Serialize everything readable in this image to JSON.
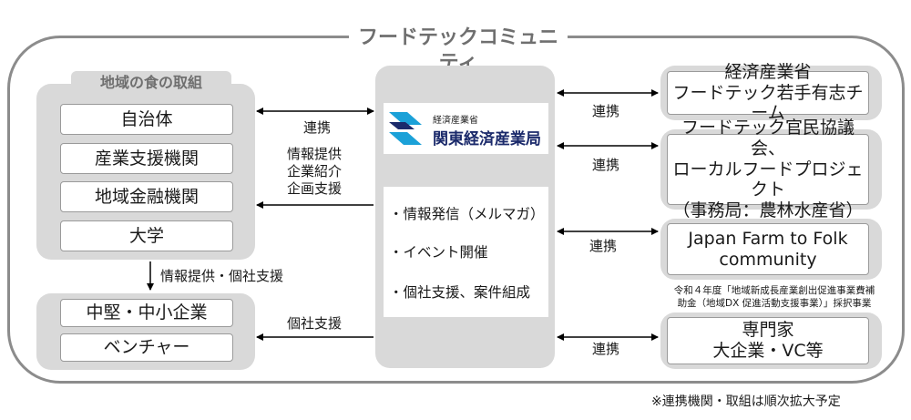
{
  "title": "フードテックコミュニティ",
  "left_group": {
    "header": "地域の食の取組",
    "items": [
      "自治体",
      "産業支援機関",
      "地域金融機関",
      "大学"
    ]
  },
  "bottom_group": {
    "items": [
      "中堅・中小企業",
      "ベンチャー"
    ]
  },
  "center": {
    "logo_line1": "経済産業省",
    "logo_line2": "関東経済産業局",
    "bullets": [
      "・情報発信（メルマガ）",
      "・イベント開催",
      "・個社支援、案件組成"
    ]
  },
  "right_group": {
    "box1": [
      "経済産業省",
      "フードテック若手有志チーム"
    ],
    "box2": [
      "フードテック官民協議会、",
      "ローカルフードプロジェクト",
      "（事務局：農林水産省）"
    ],
    "box3": [
      "Japan Farm to Folk",
      "community"
    ],
    "box3_note": [
      "令和４年度「地域新成長産業創出促進事業費補",
      "助金（地域DX 促進活動支援事業）」採択事業"
    ],
    "box4": [
      "専門家",
      "大企業・VC等"
    ]
  },
  "labels": {
    "top_left": "連携",
    "mid_left": [
      "情報提供",
      "企業紹介",
      "企画支援"
    ],
    "down": "情報提供・個社支援",
    "bottom_left": "個社支援",
    "right1": "連携",
    "right2": "連携",
    "right3": "連携",
    "right4": "連携"
  },
  "footnote": "※連携機関・取組は順次拡大予定",
  "colors": {
    "panel": "#d9d9d9",
    "border": "#8c8c8c",
    "logo_blue": "#1ba1d8",
    "logo_navy": "#1b2a6b"
  }
}
